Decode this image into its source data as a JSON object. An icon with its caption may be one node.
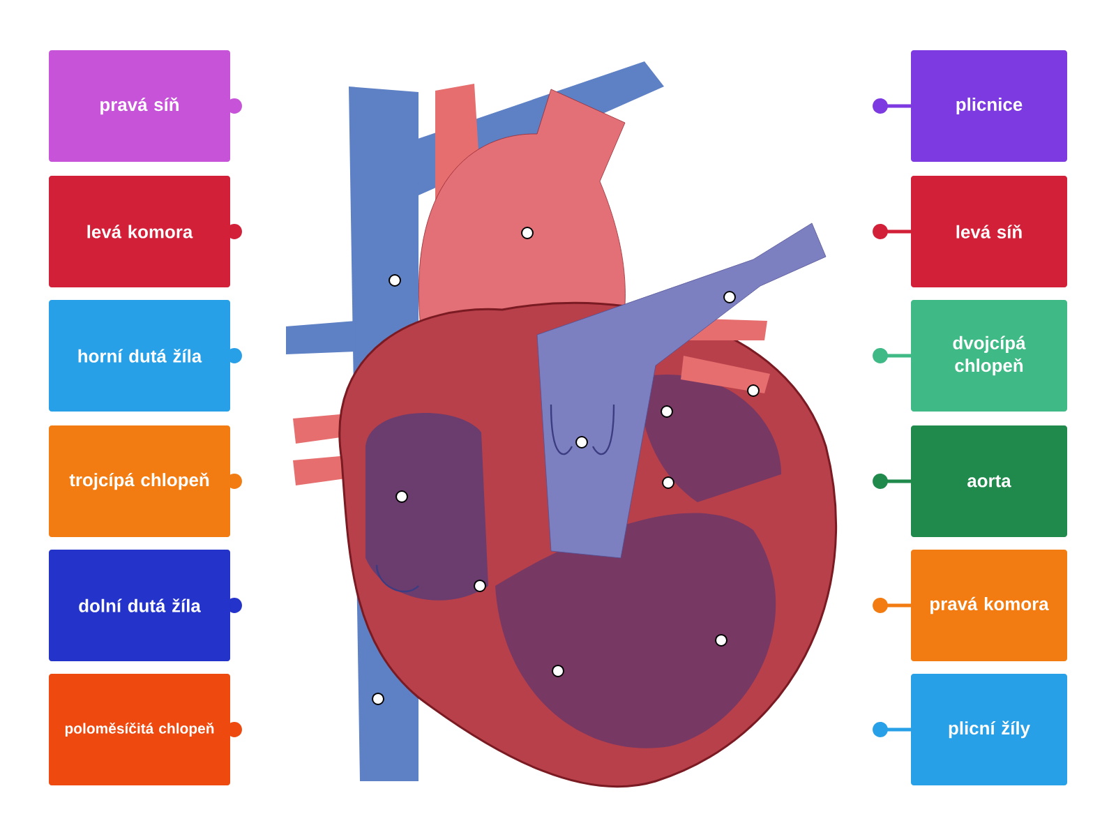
{
  "diagram": {
    "nodes": [
      {
        "text": [
          "pravá síň"
        ]
      },
      {
        "text": [
          "levá komora"
        ]
      },
      {
        "text": [
          "horní dutá žíla"
        ]
      },
      {
        "text": [
          "trojcípá chlopeň"
        ]
      },
      {
        "text": [
          "dolní dutá žíla"
        ]
      },
      {
        "text": [
          "poloměsíčitá chlopeň"
        ]
      },
      {
        "text": [
          "plicnice"
        ]
      },
      {
        "text": [
          "levá síň"
        ]
      },
      {
        "text": [
          "dvojcípá chlopeň"
        ]
      },
      {
        "text": [
          "aorta"
        ]
      },
      {
        "text": [
          "pravá komora"
        ]
      },
      {
        "text": [
          "plicní žíly"
        ]
      }
    ]
  }
}
